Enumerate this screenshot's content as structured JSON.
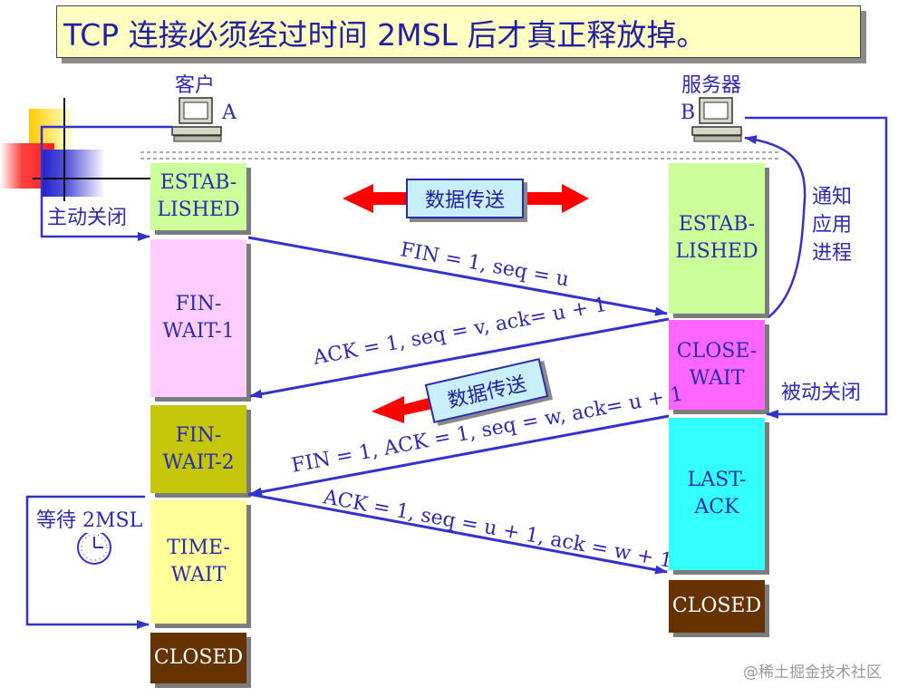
{
  "title": "TCP 连接必须经过时间 2MSL 后才真正释放掉。",
  "client": {
    "label": "客户",
    "id": "A"
  },
  "server": {
    "label": "服务器",
    "id": "B"
  },
  "client_states": [
    {
      "label": "ESTAB-\nLISHED",
      "color": "#ccff99"
    },
    {
      "label": "FIN-\nWAIT-1",
      "color": "#ffccff"
    },
    {
      "label": "FIN-\nWAIT-2",
      "color": "#c6c60a"
    },
    {
      "label": "TIME-\nWAIT",
      "color": "#ffff99"
    },
    {
      "label": "CLOSED",
      "color": "#663300"
    }
  ],
  "server_states": [
    {
      "label": "ESTAB-\nLISHED",
      "color": "#ccff99"
    },
    {
      "label": "CLOSE-\nWAIT",
      "color": "#ff66ff"
    },
    {
      "label": "LAST-\nACK",
      "color": "#33ffff"
    },
    {
      "label": "CLOSED",
      "color": "#663300"
    }
  ],
  "messages": {
    "fin1": "FIN = 1, seq = u",
    "ack1": "ACK = 1, seq = v, ack= u + 1",
    "fin2": "FIN = 1, ACK = 1, seq = w, ack= u + 1",
    "ack2": "ACK = 1, seq = u + 1, ack = w + 1"
  },
  "labels": {
    "active_close": "主动关闭",
    "passive_close": "被动关闭",
    "notify_app": "通知\n应用\n进程",
    "wait_2msl": "等待 2MSL",
    "data_transfer": "数据传送"
  },
  "watermark": "@稀土掘金技术社区",
  "colors": {
    "line": "#3333cc",
    "arrow_red": "#ff0000",
    "text": "#2b2bb0"
  }
}
